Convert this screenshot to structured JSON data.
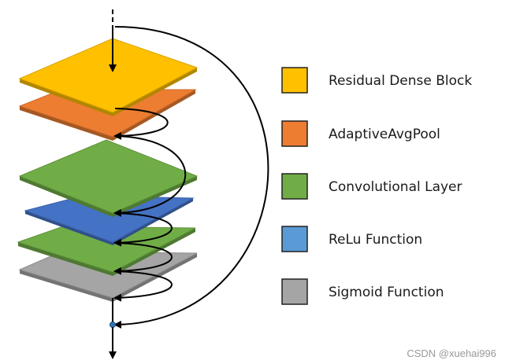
{
  "diagram": {
    "layers": [
      {
        "key": "residual-dense-block-layer",
        "color": "#ffc000"
      },
      {
        "key": "adaptive-avg-pool-layer",
        "color": "#ed7d31"
      },
      {
        "key": "convolutional-layer-1",
        "color": "#70ad47"
      },
      {
        "key": "relu-layer",
        "color": "#4472c4"
      },
      {
        "key": "convolutional-layer-2",
        "color": "#70ad47"
      },
      {
        "key": "sigmoid-layer",
        "color": "#a5a5a5"
      }
    ],
    "arrow_color": "#000000",
    "junction_color": "#2e75b6"
  },
  "legend": {
    "items": [
      {
        "label": "Residual Dense Block",
        "color": "#ffc000"
      },
      {
        "label": "AdaptiveAvgPool",
        "color": "#ed7d31"
      },
      {
        "label": "Convolutional Layer",
        "color": "#70ad47"
      },
      {
        "label": "ReLu Function",
        "color": "#5b9bd5"
      },
      {
        "label": "Sigmoid Function",
        "color": "#a5a5a5"
      }
    ]
  },
  "watermark": "CSDN @xuehai996"
}
